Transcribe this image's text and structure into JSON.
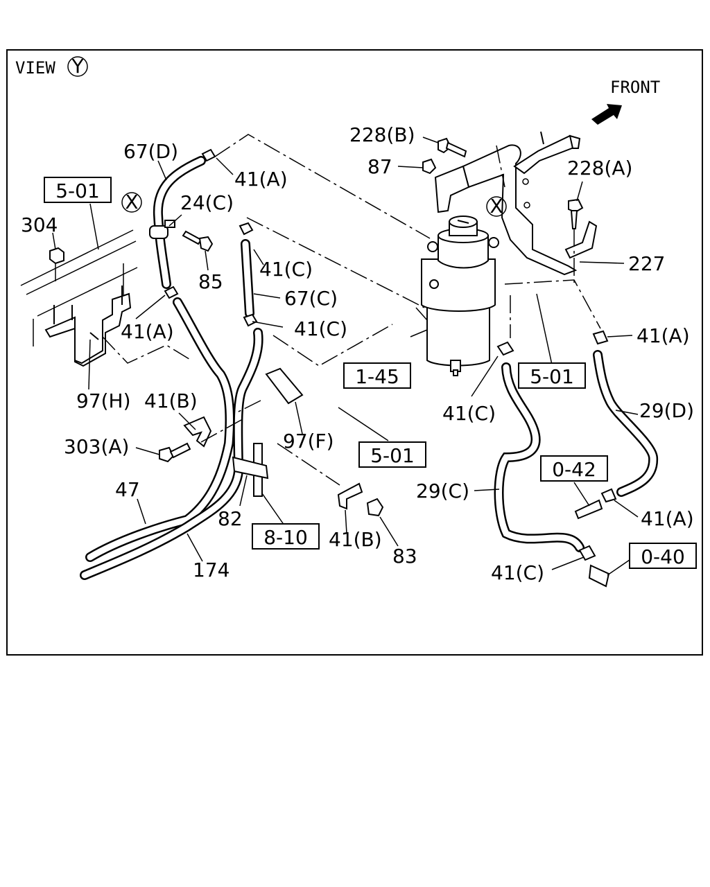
{
  "view": {
    "label": "VIEW",
    "marker": "Y"
  },
  "front": "FRONT",
  "ref_marker": "X",
  "labels": {
    "l_67d": "67(D)",
    "l_41a_top": "41(A)",
    "l_24c": "24(C)",
    "l_85": "85",
    "l_304": "304",
    "l_41a_left": "41(A)",
    "l_97h": "97(H)",
    "l_41b_left": "41(B)",
    "l_303a": "303(A)",
    "l_47": "47",
    "l_82": "82",
    "l_174": "174",
    "l_41c_a": "41(C)",
    "l_67c": "67(C)",
    "l_41c_b": "41(C)",
    "l_97f": "97(F)",
    "l_41b_right": "41(B)",
    "l_83": "83",
    "l_228b": "228(B)",
    "l_87": "87",
    "l_228a": "228(A)",
    "l_227": "227",
    "l_41a_right": "41(A)",
    "l_29d": "29(D)",
    "l_41c_mid": "41(C)",
    "l_29c": "29(C)",
    "l_41a_low": "41(A)",
    "l_41c_low": "41(C)"
  },
  "ref_boxes": {
    "b_501_left": "5-01",
    "b_145": "1-45",
    "b_501_mid": "5-01",
    "b_501_right": "5-01",
    "b_810": "8-10",
    "b_042": "0-42",
    "b_040": "0-40"
  }
}
